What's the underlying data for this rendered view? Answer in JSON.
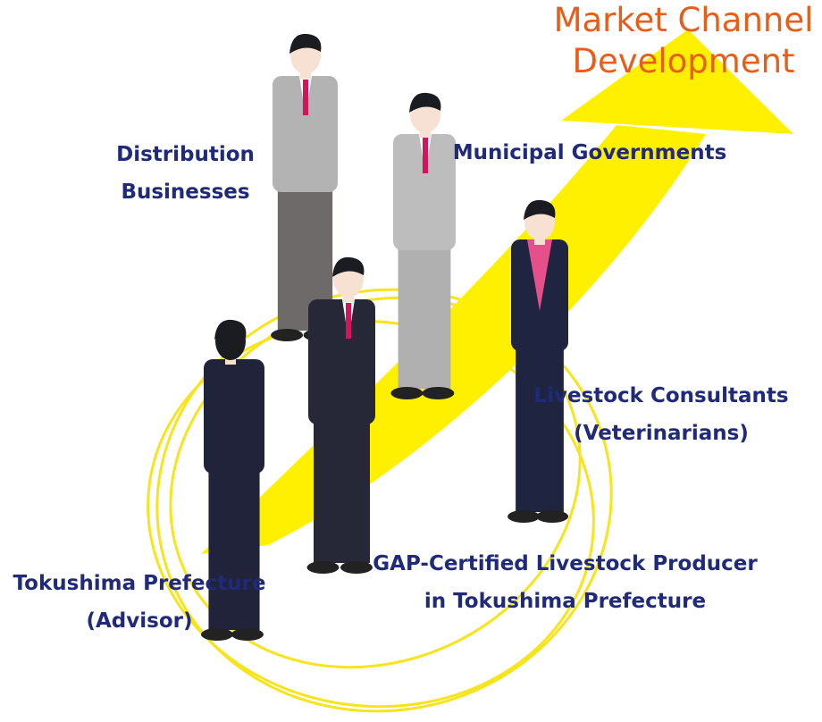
{
  "title": {
    "line1": "Market Channel",
    "line2": "Development"
  },
  "labels": {
    "distribution": {
      "line1": "Distribution",
      "line2": "Businesses"
    },
    "municipal": {
      "line1": "Municipal Governments"
    },
    "consultants": {
      "line1": "Livestock Consultants",
      "line2": "(Veterinarians)"
    },
    "producer": {
      "line1": "GAP-Certified Livestock Producer",
      "line2": "in Tokushima Prefecture"
    },
    "advisor": {
      "line1": "Tokushima Prefecture",
      "line2": "(Advisor)"
    }
  },
  "colors": {
    "title": "#e85d17",
    "label": "#1f2a7a",
    "arrow": "#fff000",
    "ring": "#f7e41c"
  }
}
